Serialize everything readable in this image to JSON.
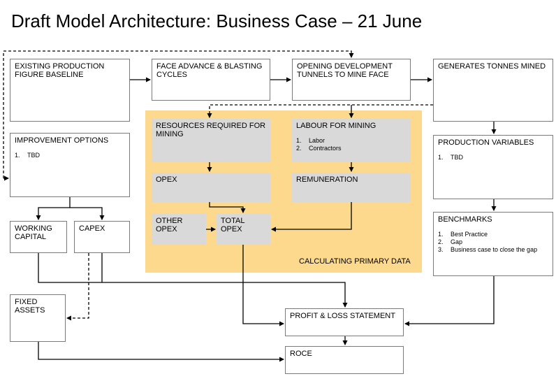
{
  "title": "Draft Model Architecture: Business Case – 21 June",
  "panel_label": "CALCULATING PRIMARY DATA",
  "nodes": {
    "existing_production": {
      "label": "EXISTING PRODUCTION FIGURE BASELINE"
    },
    "face_advance": {
      "label": "FACE ADVANCE & BLASTING CYCLES"
    },
    "opening_development": {
      "label": "OPENING DEVELOPMENT TUNNELS TO MINE FACE"
    },
    "generates_tonnes": {
      "label": "GENERATES TONNES MINED"
    },
    "improvement_options": {
      "label": "IMPROVEMENT OPTIONS",
      "items": [
        {
          "num": "1.",
          "text": "TBD"
        }
      ]
    },
    "resources_required": {
      "label": "RESOURCES REQUIRED FOR MINING"
    },
    "labour": {
      "label": "LABOUR FOR MINING",
      "items": [
        {
          "num": "1.",
          "text": "Labor"
        },
        {
          "num": "2.",
          "text": "Contractors"
        }
      ]
    },
    "production_variables": {
      "label": "PRODUCTION VARIABLES",
      "items": [
        {
          "num": "1.",
          "text": "TBD"
        }
      ]
    },
    "opex": {
      "label": "OPEX"
    },
    "remuneration": {
      "label": "REMUNERATION"
    },
    "other_opex": {
      "label": "OTHER OPEX"
    },
    "total_opex": {
      "label": "TOTAL OPEX"
    },
    "benchmarks": {
      "label": "BENCHMARKS",
      "items": [
        {
          "num": "1.",
          "text": "Best Practice"
        },
        {
          "num": "2.",
          "text": "Gap"
        },
        {
          "num": "3.",
          "text": "Business case to close the gap"
        }
      ]
    },
    "working_capital": {
      "label": "WORKING CAPITAL"
    },
    "capex": {
      "label": "CAPEX"
    },
    "fixed_assets": {
      "label": "FIXED ASSETS"
    },
    "profit_loss": {
      "label": "PROFIT & LOSS STATEMENT"
    },
    "roce": {
      "label": "ROCE"
    }
  },
  "colors": {
    "panel": "#fcd98c",
    "grey_box": "#d9d9d9",
    "border": "#7a7a7a",
    "line": "#000000"
  }
}
